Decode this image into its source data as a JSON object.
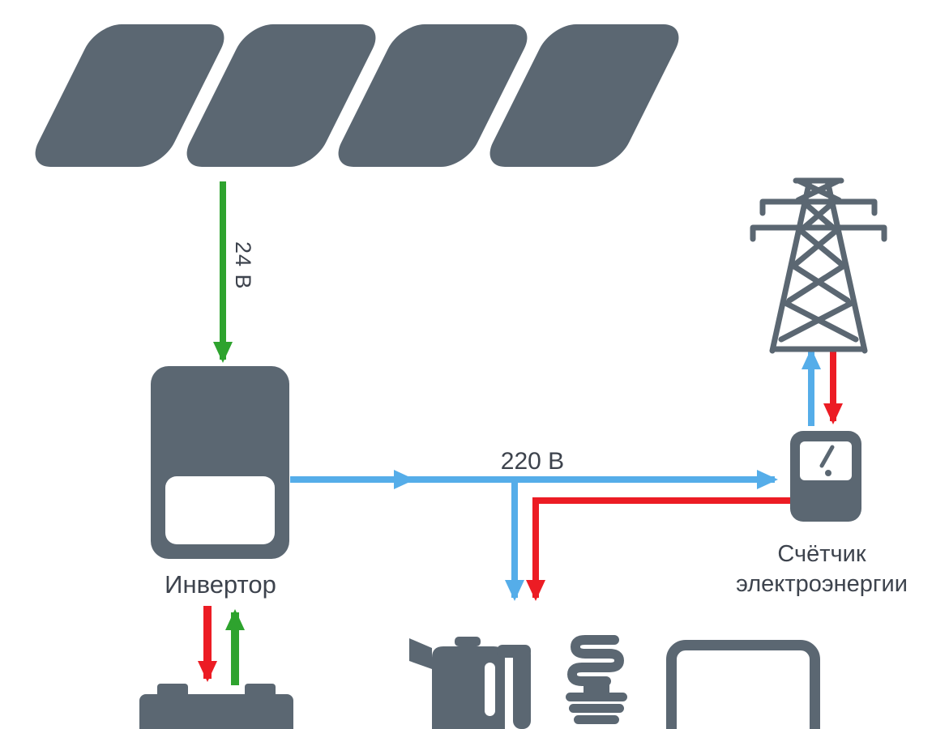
{
  "colors": {
    "gray": "#5b6772",
    "green": "#2ea32e",
    "blue": "#55ade9",
    "red": "#ec1c24",
    "text": "#3d434d",
    "background": "#ffffff"
  },
  "labels": {
    "panel_to_inverter_voltage": "24 В",
    "inverter_output_voltage": "220 В",
    "inverter": "Инвертор",
    "meter_line1": "Счётчик",
    "meter_line2": "электроэнергии"
  },
  "icons": {
    "solar_panels": "solar-panel-icon",
    "inverter": "inverter-icon",
    "battery": "battery-icon",
    "grid_tower": "transmission-tower-icon",
    "meter": "electricity-meter-icon",
    "kettle": "kettle-icon",
    "cfl_lamp": "cfl-lamp-icon",
    "tv": "tv-icon"
  },
  "flows": {
    "panels_to_inverter": {
      "color": "green",
      "label": "24 В"
    },
    "inverter_ac_output": {
      "color": "blue",
      "label": "220 В"
    },
    "meter_to_grid": {
      "color": "blue"
    },
    "grid_to_meter": {
      "color": "red"
    },
    "inverter_to_battery": {
      "color": "red"
    },
    "battery_to_inverter": {
      "color": "green"
    }
  }
}
